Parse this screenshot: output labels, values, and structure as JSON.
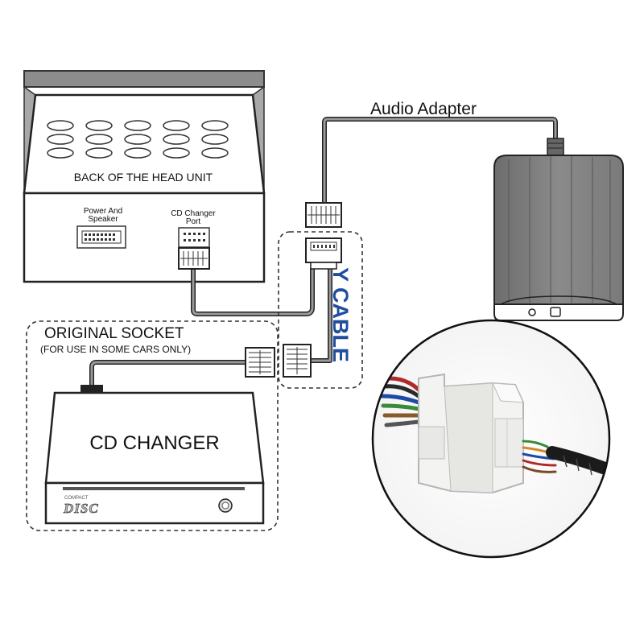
{
  "head_unit": {
    "back_label": "BACK OF THE HEAD UNIT",
    "power_label_line1": "Power And",
    "power_label_line2": "Speaker",
    "cd_port_label_line1": "CD Changer",
    "cd_port_label_line2": "Port"
  },
  "audio_adapter": {
    "label": "Audio Adapter"
  },
  "y_cable": {
    "label": "Y CABLE",
    "color": "#1f4e9c"
  },
  "original_socket": {
    "title": "ORIGINAL SOCKET",
    "note": "(FOR USE IN SOME CARS ONLY)"
  },
  "cd_changer": {
    "label": "CD CHANGER",
    "logo_small": "COMPACT",
    "logo_big": "DISC"
  }
}
